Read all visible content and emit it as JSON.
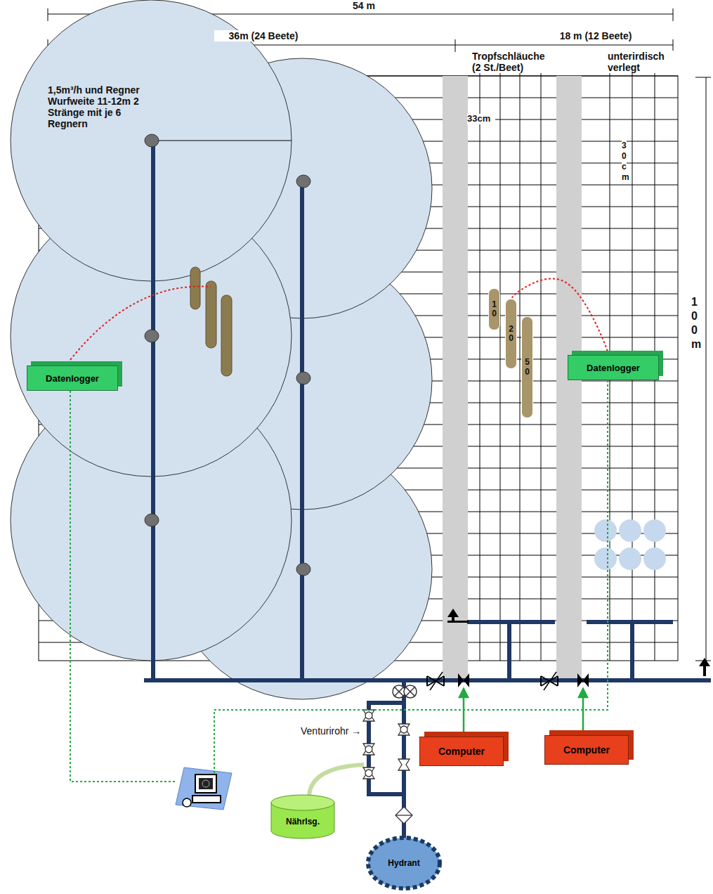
{
  "diagram": {
    "nodes": [
      {
        "text": [
          "10"
        ]
      },
      {
        "text": [
          "20"
        ]
      },
      {
        "text": [
          "50"
        ]
      },
      {
        "text": [
          "Datenlogger"
        ]
      },
      {
        "text": [
          "Datenlogger"
        ]
      },
      {
        "text": [
          "Computer"
        ]
      },
      {
        "text": [
          "Computer"
        ]
      },
      {
        "text": [
          "Nährlsg."
        ]
      },
      {
        "text": [
          "Hydrant"
        ]
      }
    ],
    "edges": [
      {
        "from": 4,
        "to": 1,
        "arrow": "none"
      }
    ],
    "labels": [
      "54 m",
      "36m (24 Beete)",
      "18 m (12 Beete)",
      "1,5m³/h und Regner Wurfweite 11-12m 2 Stränge mit je 6 Regnern",
      "Tropfschläuche (2 St./Beet)",
      "unterirdisch verlegt",
      "33cm",
      "30 cm",
      "100 m",
      "Venturirohr →"
    ]
  }
}
